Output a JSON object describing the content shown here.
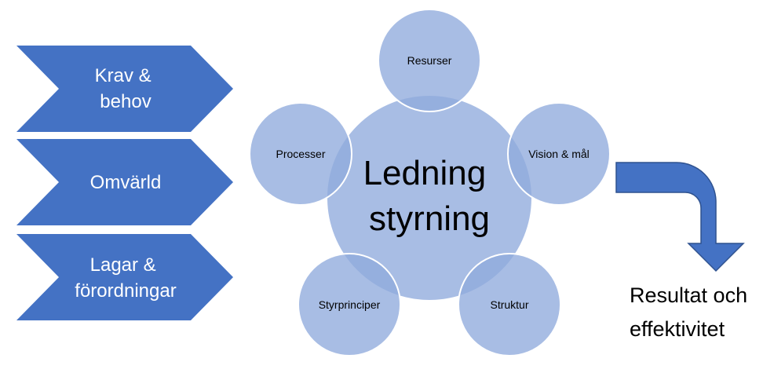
{
  "colors": {
    "chevron_fill": "#4472C4",
    "circle_fill": "#8FAADC",
    "circle_stroke": "#ffffff",
    "arrow_fill": "#4472C4",
    "arrow_stroke": "#2F528F"
  },
  "inputs": [
    {
      "lines": [
        "Krav &",
        "behov"
      ]
    },
    {
      "lines": [
        "Omvärld"
      ]
    },
    {
      "lines": [
        "Lagar &",
        "förordningar"
      ]
    }
  ],
  "center": {
    "lines": [
      "Ledning",
      "styrning"
    ]
  },
  "satellites": [
    {
      "label": "Resurser"
    },
    {
      "label": "Vision & mål"
    },
    {
      "label": "Struktur"
    },
    {
      "label": "Styrprinciper"
    },
    {
      "label": "Processer"
    }
  ],
  "result": {
    "lines": [
      "Resultat och",
      "effektivitet"
    ]
  }
}
